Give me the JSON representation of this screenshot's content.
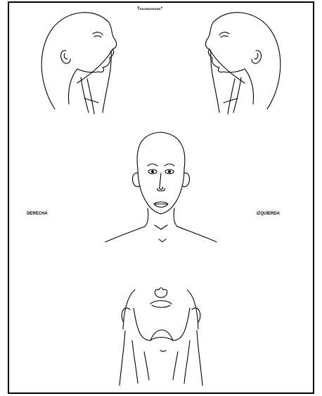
{
  "title": "Traumagrama*",
  "side_labels": {
    "right": "DERECHA",
    "left": "IZQUIERDA"
  },
  "colors": {
    "ink": "#000000",
    "paper": "#ffffff"
  }
}
